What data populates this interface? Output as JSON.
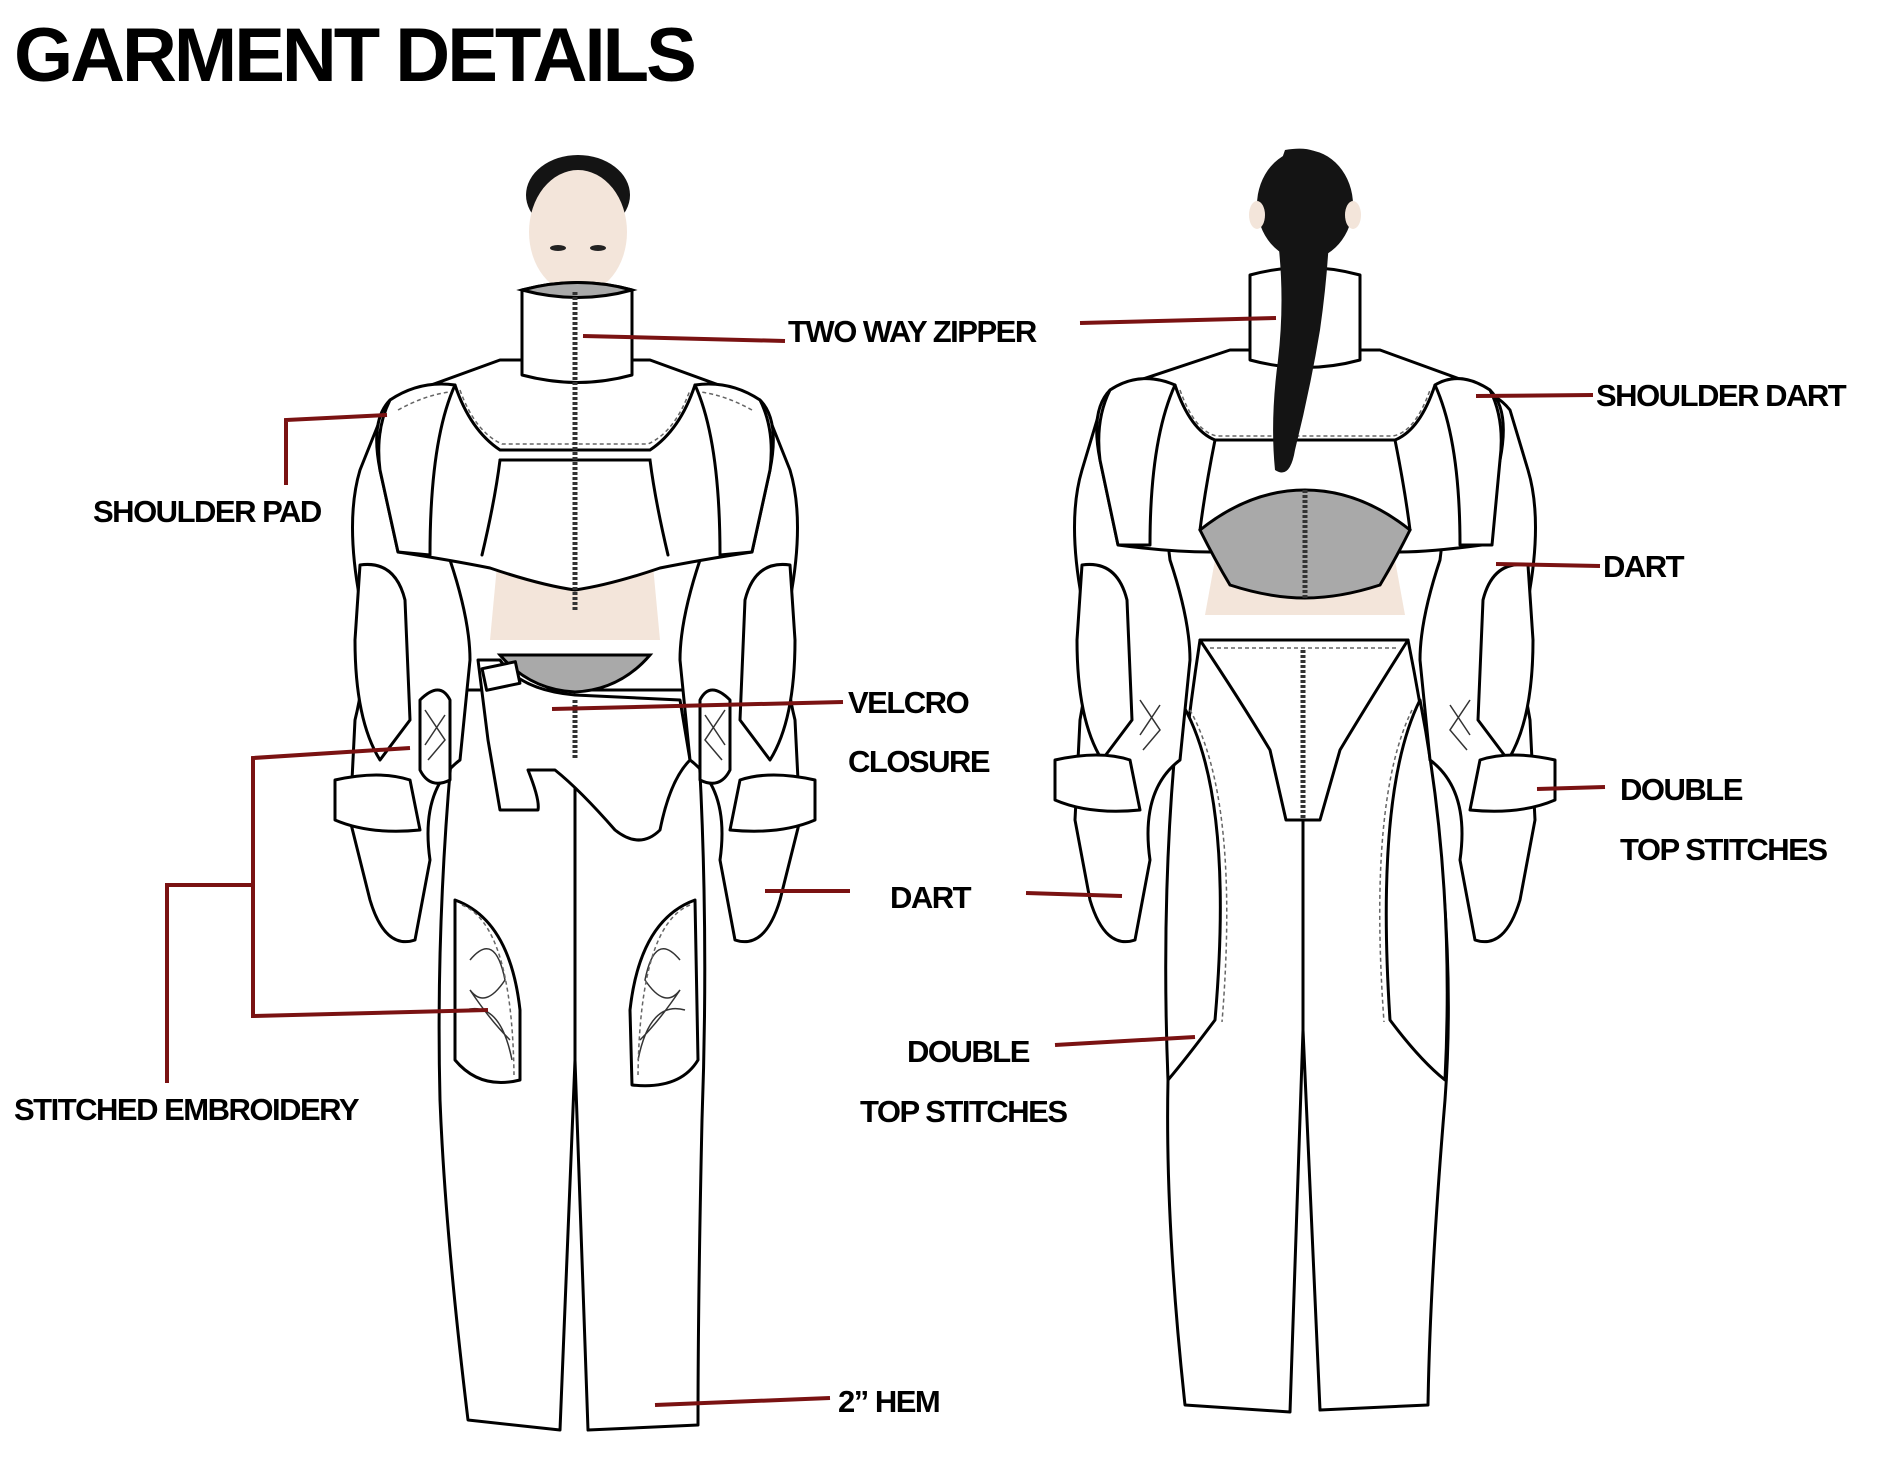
{
  "title": "GARMENT DETAILS",
  "labels": {
    "two_way_zipper": "TWO WAY ZIPPER",
    "shoulder_pad": "SHOULDER PAD",
    "velcro": "VELCRO",
    "closure": "CLOSURE",
    "dart_front": "DART",
    "stitched_embroidery": "STITCHED EMBROIDERY",
    "double_front": "DOUBLE",
    "top_stitches_front": "TOP STITCHES",
    "hem": "2” HEM",
    "shoulder_dart": "SHOULDER DART",
    "dart_back": "DART",
    "double_back": "DOUBLE",
    "top_stitches_back": "TOP STITCHES"
  },
  "colors": {
    "leader_line": "#7a1212",
    "garment_fill": "#ffffff",
    "grey_panel": "#a9a9a9",
    "outline": "#000000"
  }
}
